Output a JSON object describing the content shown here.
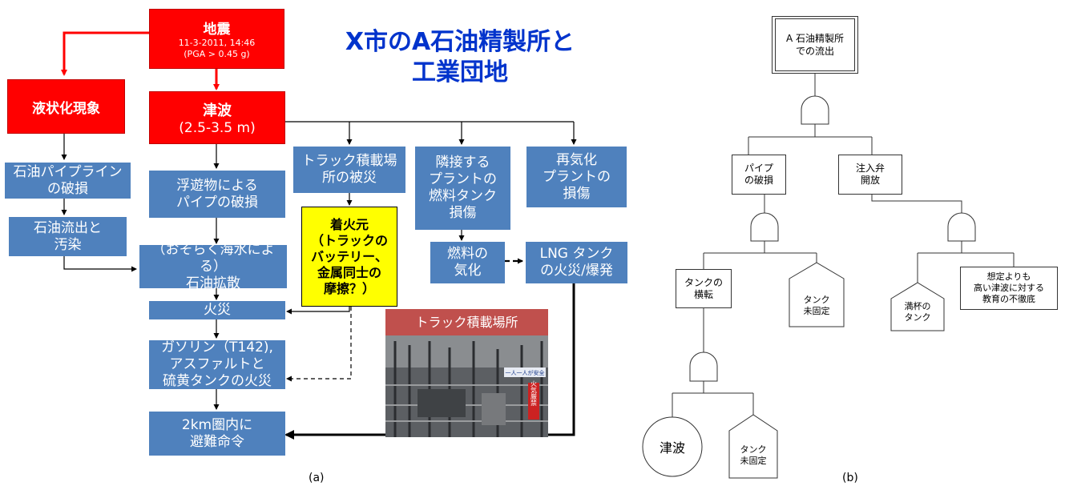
{
  "panel_a": {
    "title": "X市のA石油精製所と\n工業団地",
    "caption": "(a)",
    "nodes": {
      "earthquake_title": "地震",
      "earthquake_date": "11-3-2011, 14:46",
      "earthquake_pga": "(PGA > 0.45 g)",
      "liquefaction": "液状化現象",
      "tsunami_title": "津波",
      "tsunami_height": "(2.5-3.5 m)",
      "pipeline_damage": "石油パイプライン\nの破損",
      "oil_outflow": "石油流出と\n汚染",
      "debris_pipe": "浮遊物による\nパイプの破損",
      "oil_spread": "（おそらく海水による）\n石油拡散",
      "fire": "火災",
      "tank_fire": "ガソリン（T142),\nアスファルトと\n硫黄タンクの火災",
      "evacuation": "2km圏内に\n避難命令",
      "truck_site_damage": "トラック積載場\n所の被災",
      "ignition": "着火元\n（トラックの\nバッテリー、\n金属同士の\n摩擦？）",
      "adjacent_tank": "隣接する\nプラントの\n燃料タンク\n損傷",
      "regas_damage": "再気化\nプラントの\n損傷",
      "fuel_vapor": "燃料の\n気化",
      "lng_fire": "LNG タンク\nの火災/爆発"
    },
    "photo": {
      "label": "トラック積載場所",
      "sign_text": "一人一人が安全",
      "red_sign_text": "火気厳禁"
    },
    "colors": {
      "red": "#ff0000",
      "blue": "#4f81bd",
      "yellow": "#ffff00",
      "title": "#0033cc"
    }
  },
  "panel_b": {
    "caption": "(b)",
    "top_event": "A 石油精製所\nでの流出",
    "pipe_break": "パイプ\nの破損",
    "injection_valve": "注入弁\n開放",
    "tank_overturn": "タンクの\n横転",
    "tank_unfixed_1": "タンク\n未固定",
    "full_tank": "満杯の\nタンク",
    "education": "想定よりも\n高い津波に対する\n教育の不徹底",
    "tsunami": "津波",
    "tank_unfixed_2": "タンク\n未固定"
  }
}
